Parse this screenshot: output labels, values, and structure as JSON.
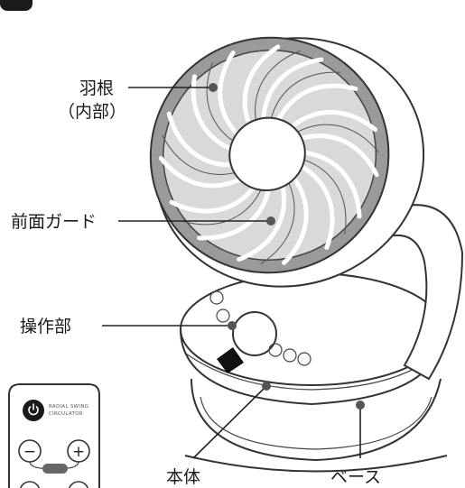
{
  "labels": {
    "blade_line1": "羽根",
    "blade_line2": "（内部）",
    "front_guard": "前面ガード",
    "control_panel": "操作部",
    "body": "本体",
    "base": "ベース"
  },
  "remote": {
    "brand_line1": "RADIAL SWING",
    "brand_line2": "CIRCULATOR",
    "minus_symbol": "−",
    "plus_symbol": "+"
  },
  "icons": {
    "power": "power-icon",
    "minus": "minus-icon",
    "plus": "plus-icon"
  },
  "colors": {
    "line": "#222222",
    "guard_fill": "#9a9a9a",
    "dot": "#555555"
  }
}
